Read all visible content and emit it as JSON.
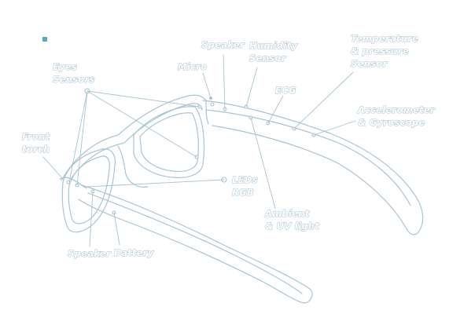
{
  "labels": {
    "eyes_sensors": [
      "Eyes",
      "Sensors"
    ],
    "micro": [
      "Micro"
    ],
    "speaker_top": [
      "Speaker"
    ],
    "humidity": [
      "Humidity",
      "Sensor"
    ],
    "temperature": [
      "Temperature",
      "& pressure",
      "Sensor"
    ],
    "ecg": [
      "ECG"
    ],
    "accelerometer": [
      "Accelerometer",
      "& Gyroscope"
    ],
    "front_torch": [
      "Front",
      "torch"
    ],
    "leds": [
      "LEDs",
      "RGB"
    ],
    "ambient": [
      "Ambient",
      "& UV light"
    ],
    "speaker_bottom": [
      "Speaker"
    ],
    "battery": [
      "Battery"
    ]
  },
  "colors": {
    "line": "#a9c4d2",
    "accent_square": "#55a9c7",
    "background": "#ffffff"
  }
}
